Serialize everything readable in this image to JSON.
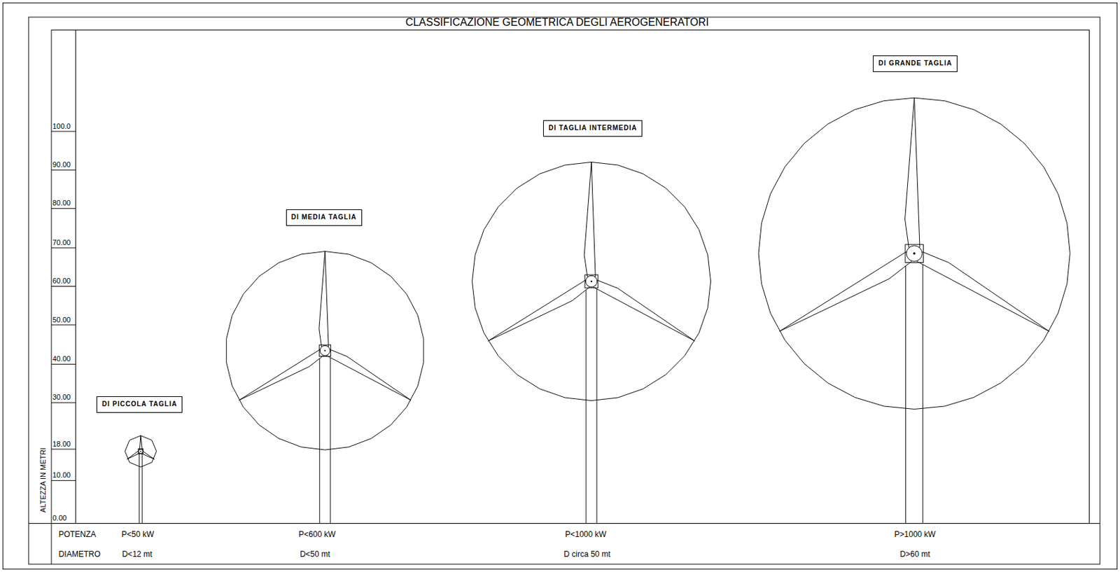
{
  "diagram": {
    "title": "CLASSIFICAZIONE GEOMETRICA DEGLI AEROGENERATORI",
    "nodes": [
      {
        "text": [
          "DI PICCOLA TAGLIA"
        ]
      },
      {
        "text": [
          "DI MEDIA TAGLIA"
        ]
      },
      {
        "text": [
          "DI TAGLIA INTERMEDIA"
        ]
      },
      {
        "text": [
          "DI GRANDE TAGLIA"
        ]
      }
    ],
    "labels": [
      "100.0",
      "90.00",
      "80.00",
      "70.00",
      "60.00",
      "50.00",
      "40.00",
      "30.00",
      "18.00",
      "10.00",
      "0.00",
      "ALTEZZA IN METRI",
      "POTENZA",
      "DIAMETRO",
      "P<50 kW",
      "P<600 kW",
      "P<1000 kW",
      "P>1000 kW",
      "D<12 mt",
      "D<50 mt",
      "D circa 50 mt",
      "D>60 mt"
    ]
  }
}
